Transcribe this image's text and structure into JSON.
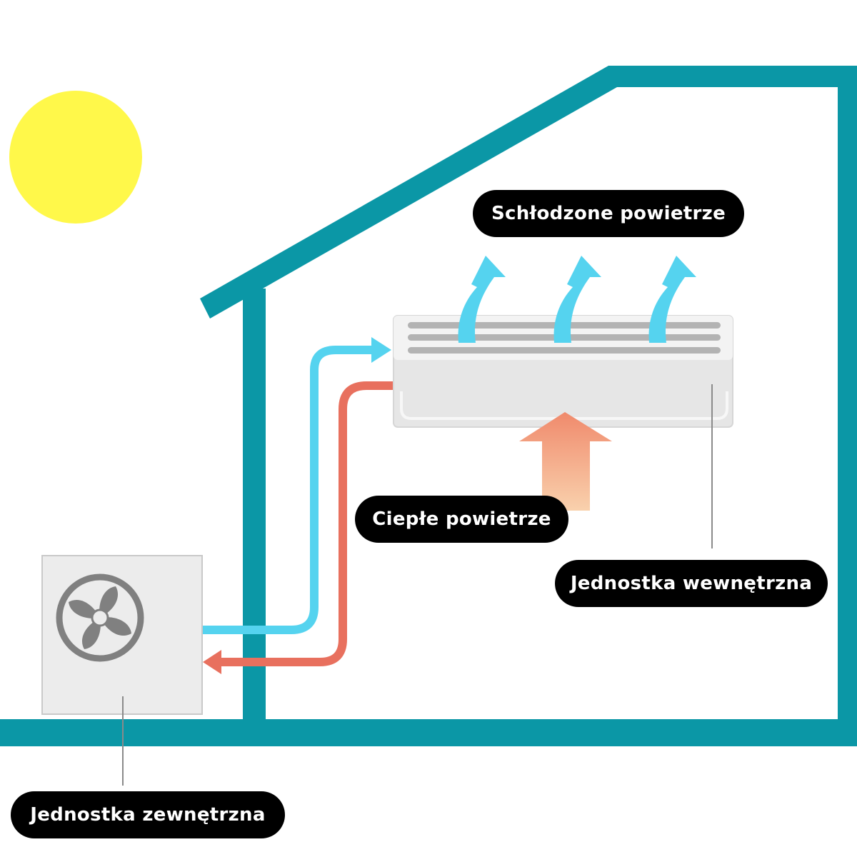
{
  "labels": {
    "cooled_air": "Schłodzone powietrze",
    "warm_air": "Ciepłe powietrze",
    "indoor_unit": "Jednostka wewnętrzna",
    "outdoor_unit": "Jednostka zewnętrzna"
  },
  "colors": {
    "house_outline": "#0b97a6",
    "sun": "#fff84a",
    "cold_flow": "#55d3ef",
    "hot_flow": "#e8705e",
    "warm_air_arrow_top": "#f08a6c",
    "warm_air_arrow_bottom": "#f9d1ad",
    "unit_body": "#e6e6e6",
    "fan": "#808080",
    "label_bg": "#000000",
    "label_text": "#ffffff"
  }
}
